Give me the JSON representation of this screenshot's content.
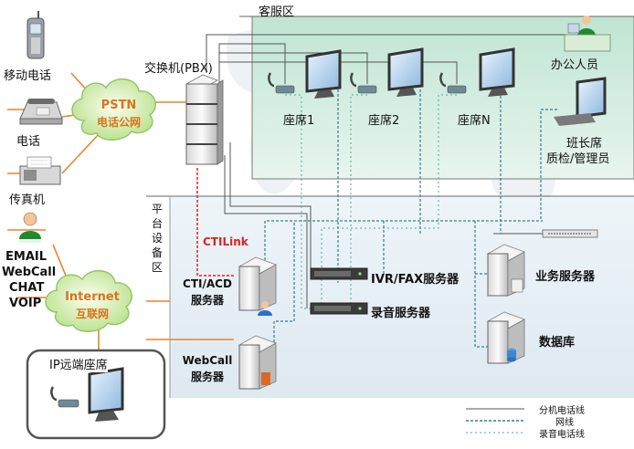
{
  "zones": {
    "customer_service": "客服区",
    "platform": [
      "平",
      "台",
      "设",
      "备",
      "区"
    ]
  },
  "devices": {
    "mobile": "移动电话",
    "phone": "电话",
    "fax": "传真机",
    "pbx": "交换机(PBX)",
    "office_staff": "办公人员",
    "seat1": "座席1",
    "seat2": "座席2",
    "seatn": "座席N",
    "supervisor": [
      "班长席",
      "质检/管理员"
    ],
    "ivr": "IVR/FAX服务器",
    "recorder": "录音服务器",
    "business": "业务服务器",
    "database": "数据库",
    "cti": [
      "CTI/ACD",
      "服务器"
    ],
    "webcall": [
      "WebCall",
      "服务器"
    ],
    "remote_seat": "IP远端座席"
  },
  "clouds": {
    "pstn": [
      "PSTN",
      "电话公网"
    ],
    "internet": [
      "Internet",
      "互联网"
    ]
  },
  "internet_services": [
    "EMAIL",
    "WebCall",
    "CHAT",
    "VOIP"
  ],
  "ctilink": "CTILink",
  "legend": [
    "分机电话线",
    "网线",
    "录音电话线"
  ],
  "colors": {
    "accent_orange": "#e8832a",
    "cloud_text": "#d9731c",
    "ctilink_red": "#e02020",
    "extension_line": "#555555",
    "network_line": "#2f7f9a",
    "record_line": "#4aa8a8"
  }
}
